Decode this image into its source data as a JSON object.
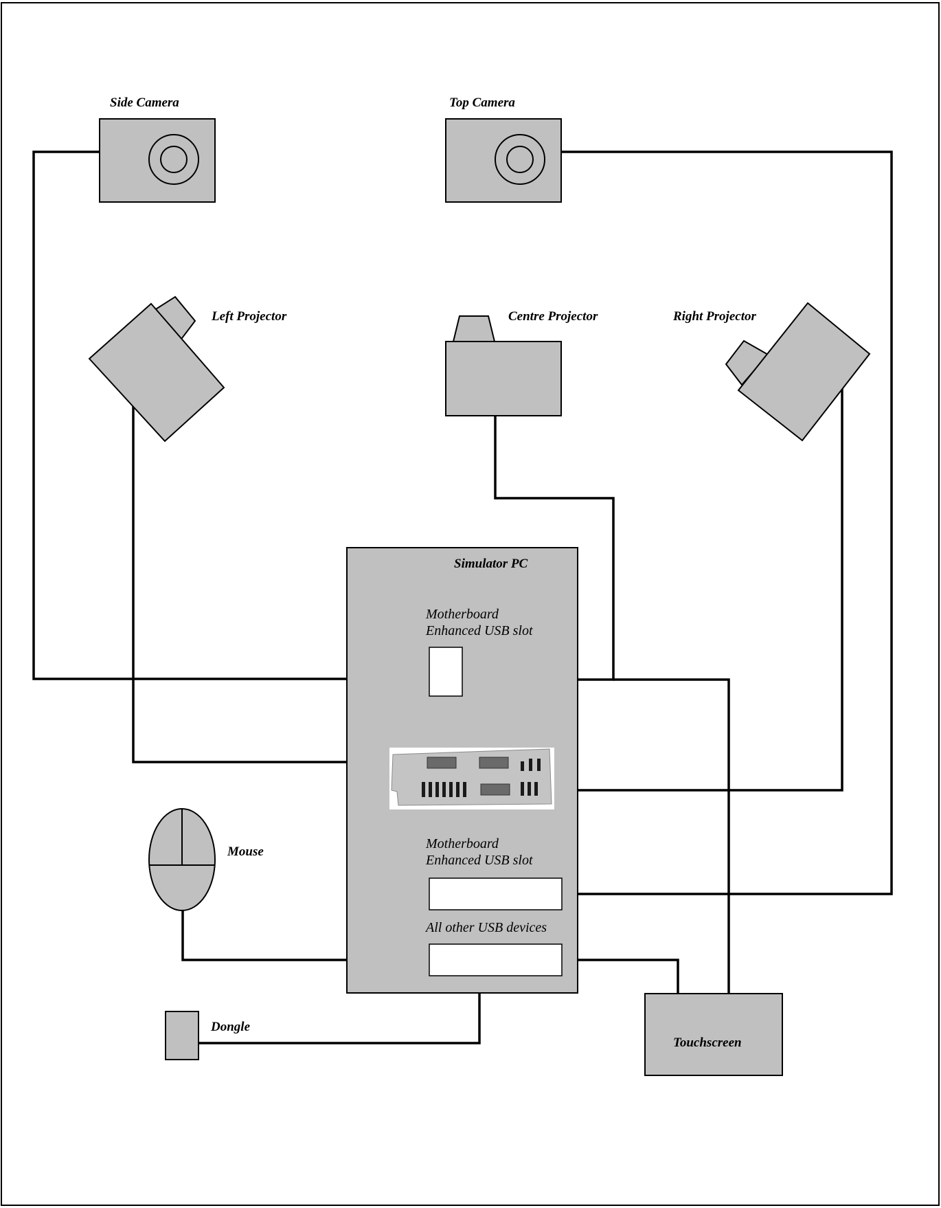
{
  "devices": {
    "side_camera": "Side Camera",
    "top_camera": "Top Camera",
    "left_projector": "Left Projector",
    "centre_projector": "Centre Projector",
    "right_projector": "Right Projector",
    "simulator_pc": "Simulator PC",
    "mouse": "Mouse",
    "dongle": "Dongle",
    "touchscreen": "Touchscreen"
  },
  "slots": {
    "usb_slot_top_line1": "Motherboard",
    "usb_slot_top_line2": "Enhanced USB slot",
    "usb_slot_bottom_line1": "Motherboard",
    "usb_slot_bottom_line2": "Enhanced USB slot",
    "other_usb": "All other USB devices"
  },
  "colors": {
    "device_fill": "#c0c0c0",
    "wire": "#000000",
    "slot_fill": "#ffffff"
  }
}
